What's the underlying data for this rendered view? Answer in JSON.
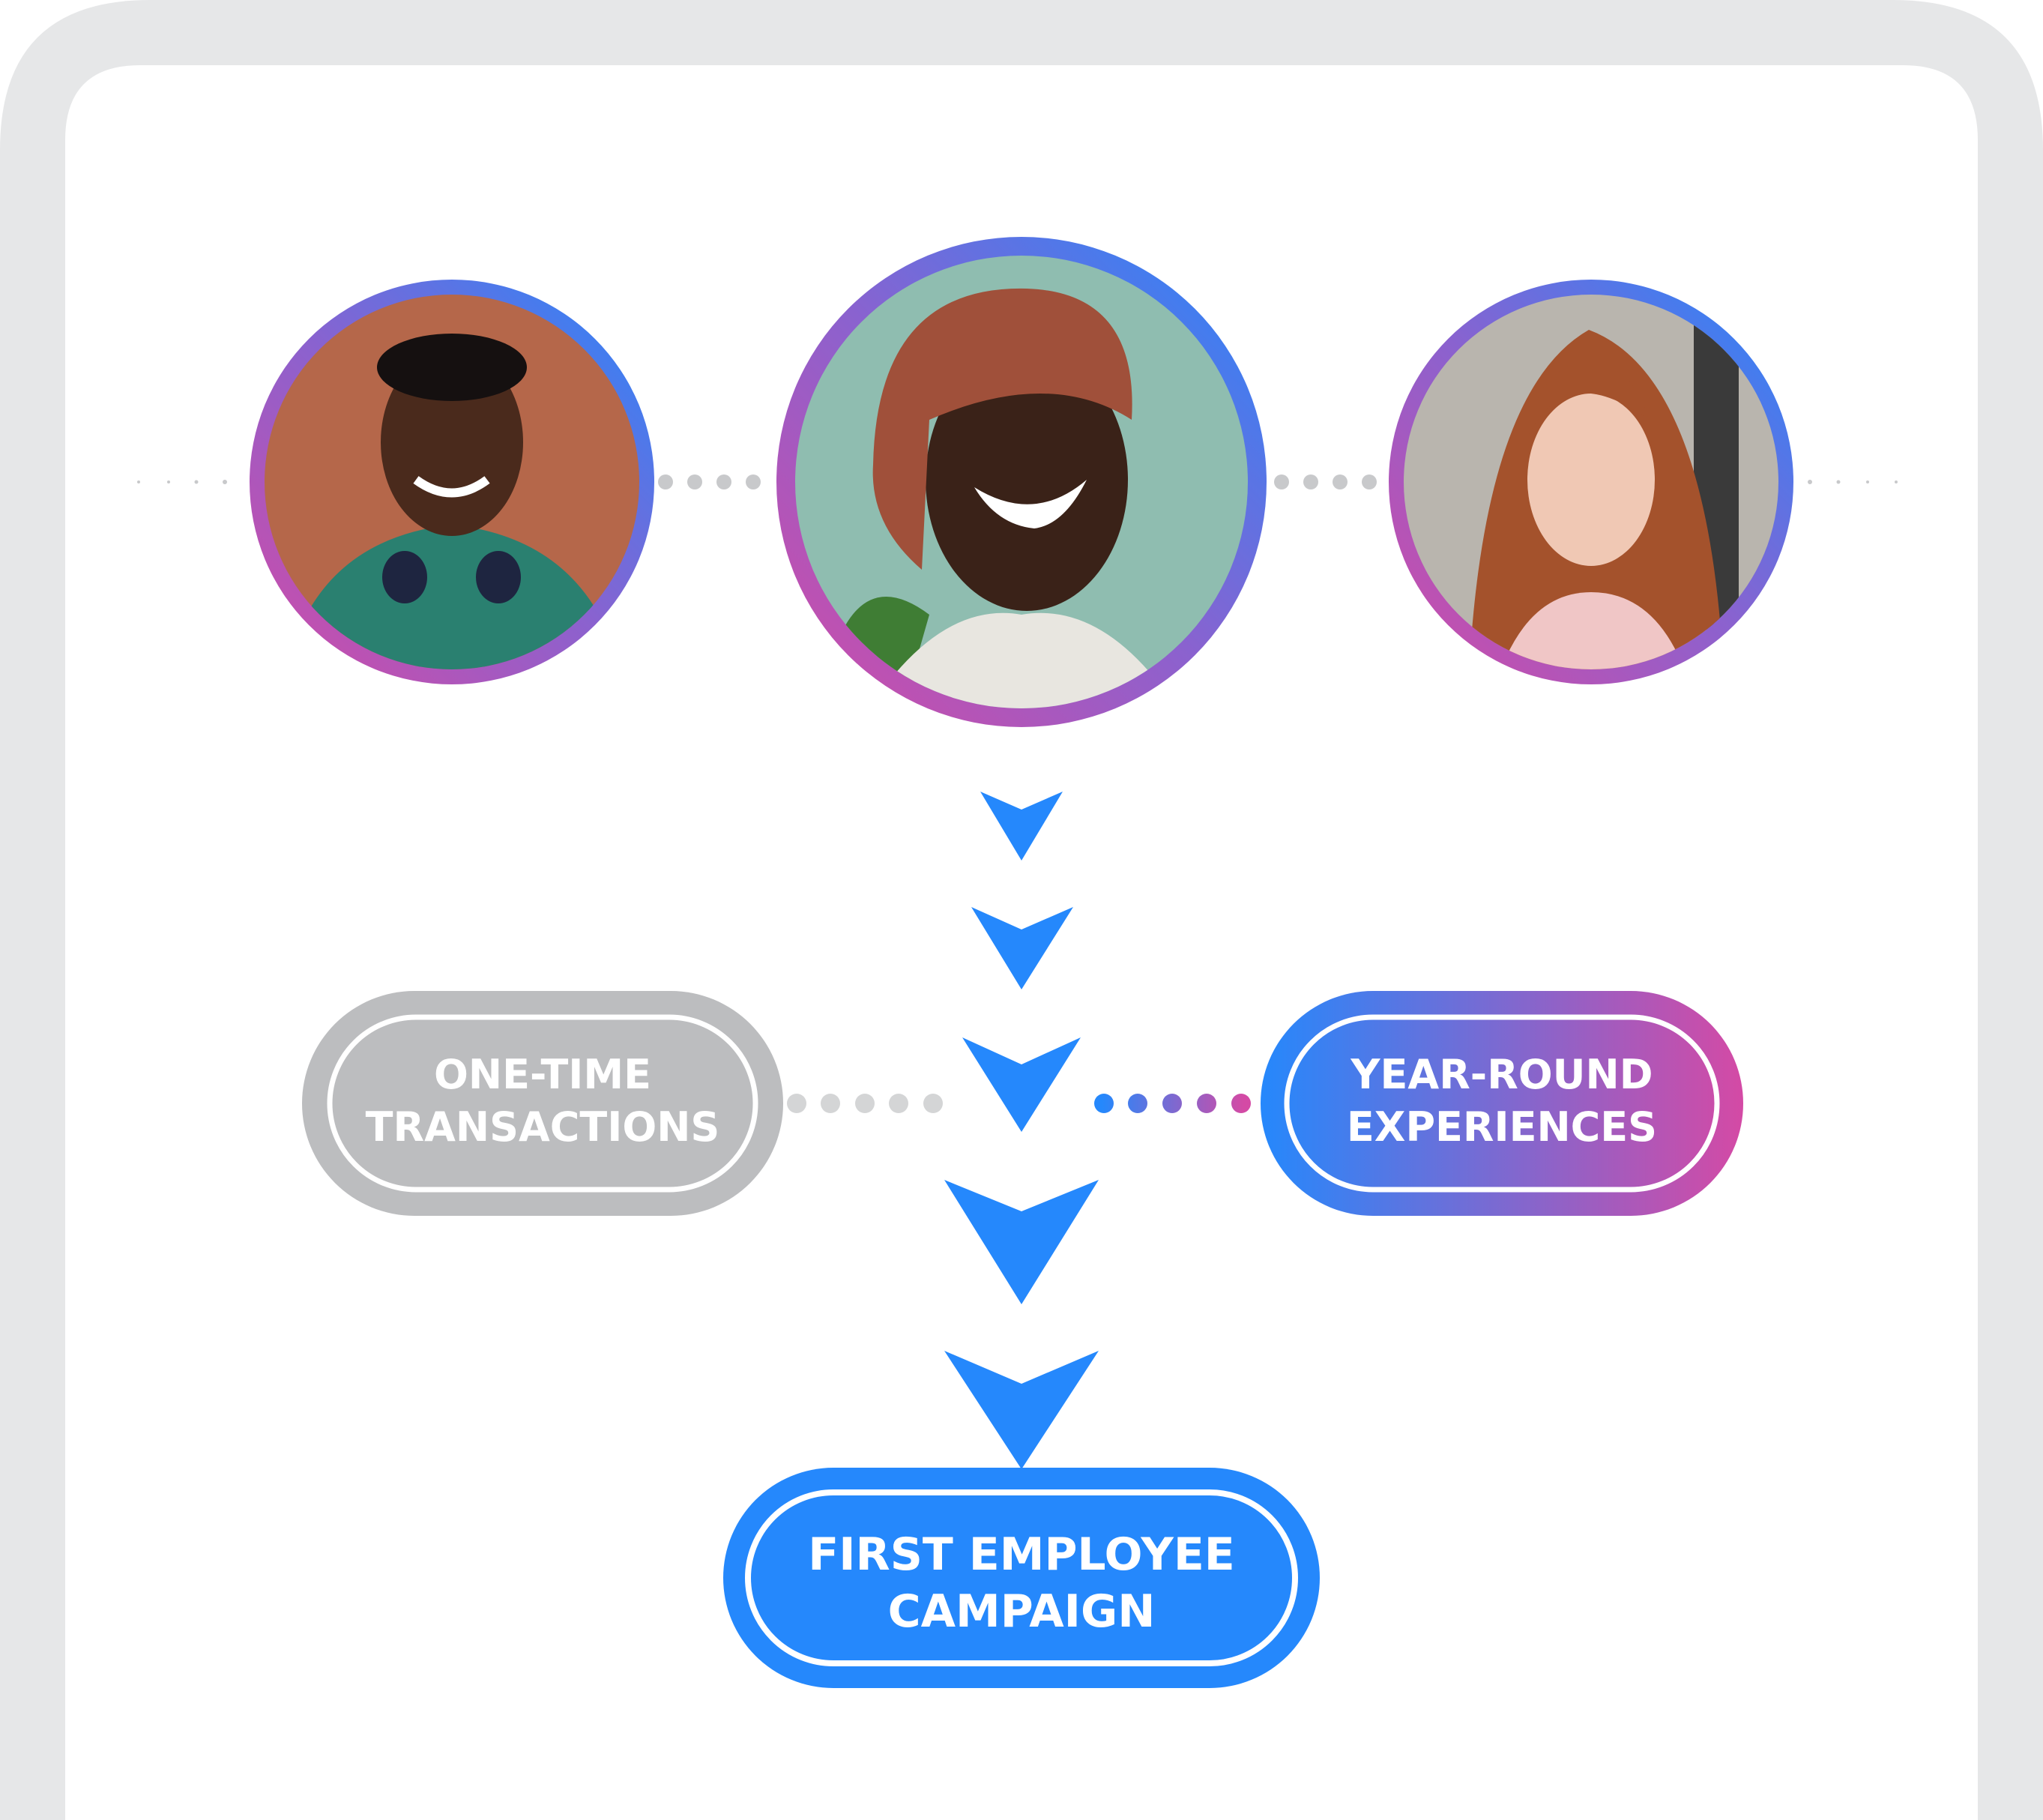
{
  "people": [
    {
      "name": "person-left-photo",
      "icon": "portrait-man-headphones"
    },
    {
      "name": "person-center-photo",
      "icon": "portrait-woman-beanie"
    },
    {
      "name": "person-right-photo",
      "icon": "portrait-woman-red-hair"
    }
  ],
  "pills": {
    "one_time": {
      "line1": "ONE-TIME",
      "line2": "TRANSACTIONS"
    },
    "year_round": {
      "line1": "YEAR-ROUND",
      "line2": "EXPERIENCES"
    },
    "first_campaign": {
      "line1": "FIRST EMPLOYEE",
      "line2": "CAMPAIGN"
    }
  },
  "colors": {
    "blue": "#2588fc",
    "pink": "#d44aa5",
    "gray": "#bcbdbf",
    "frame": "#e6e7e8"
  }
}
